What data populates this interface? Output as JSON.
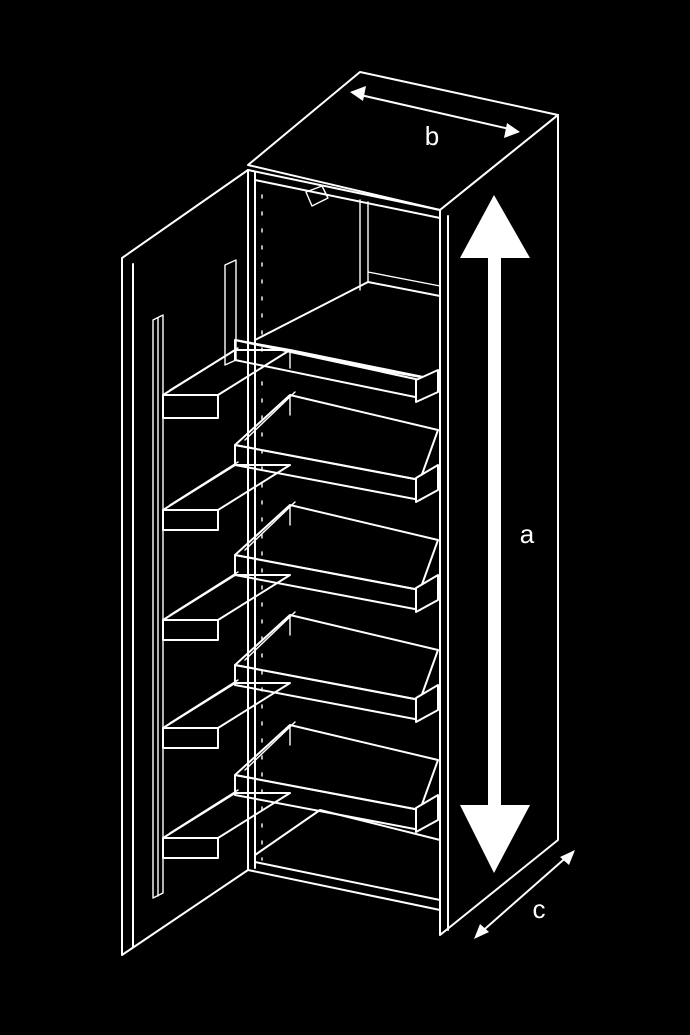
{
  "diagram": {
    "labels": {
      "height": "a",
      "width": "b",
      "depth": "c"
    },
    "colors": {
      "background": "#000000",
      "stroke": "#ffffff"
    }
  }
}
